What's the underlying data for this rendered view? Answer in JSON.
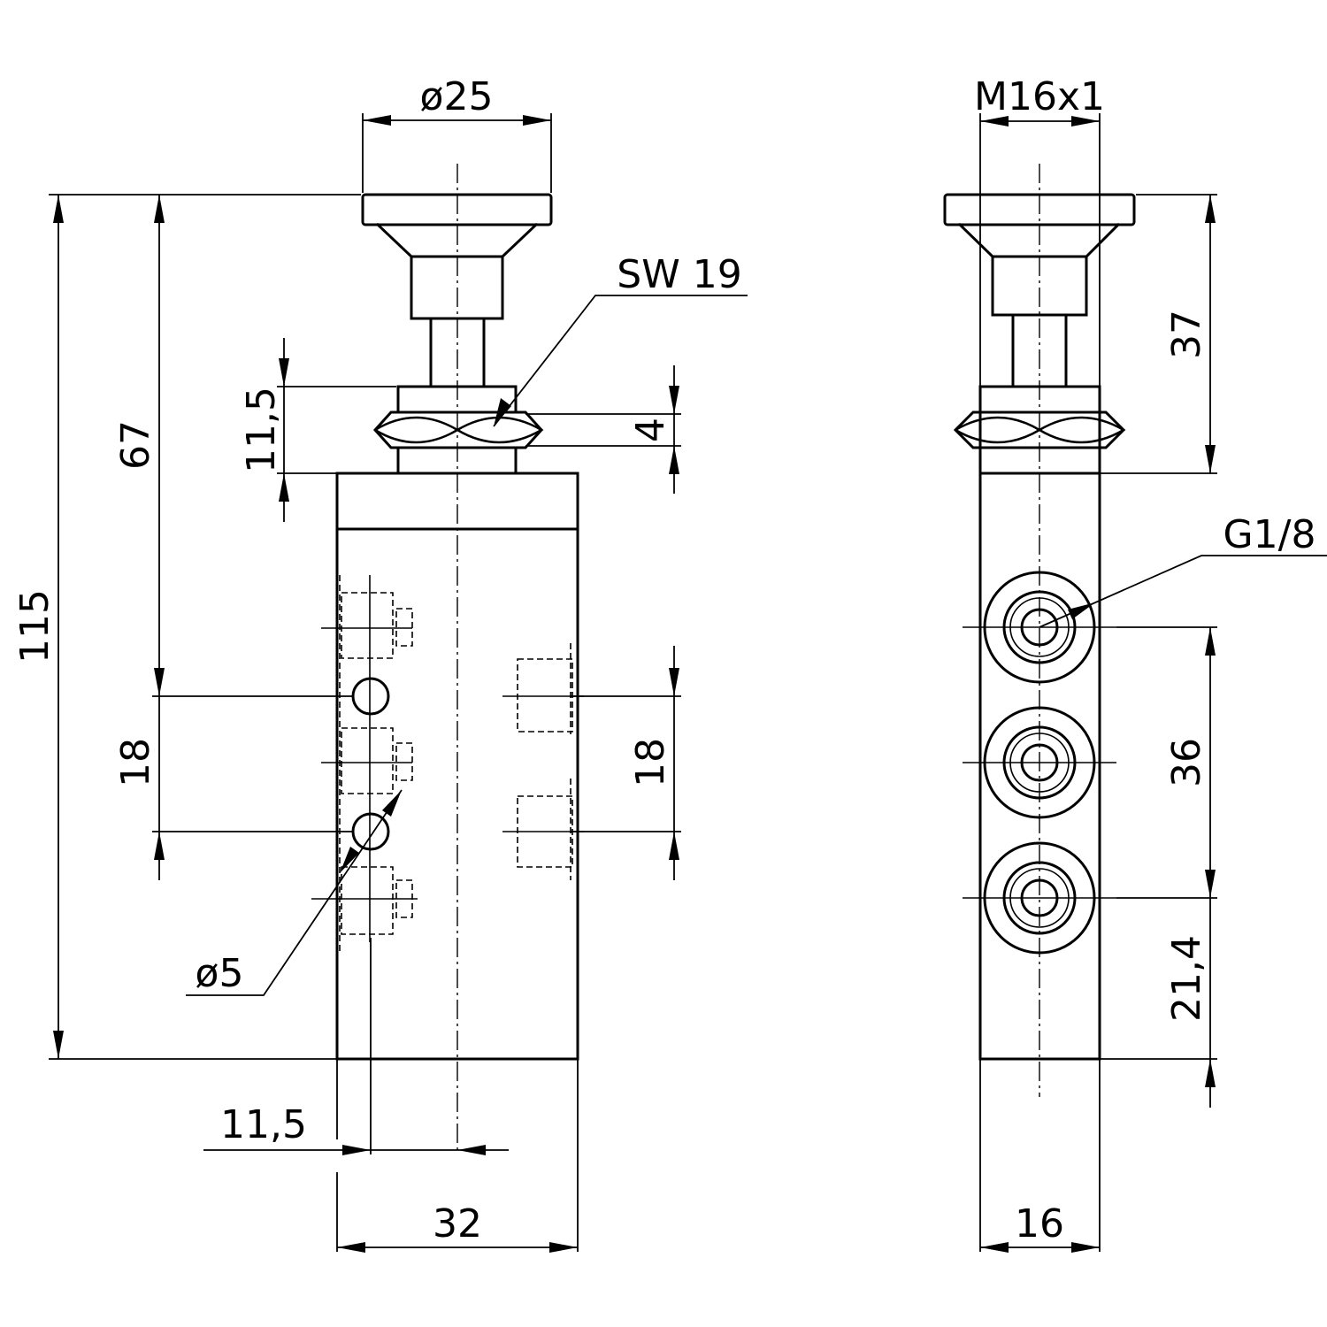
{
  "front_view": {
    "dim_knob_diameter": "ø25",
    "dim_wrench_size": "SW 19",
    "dim_overall_height": "115",
    "dim_top_to_port": "67",
    "dim_thread_length": "11,5",
    "dim_nut_height": "4",
    "dim_port_spacing_left": "18",
    "dim_port_spacing_right": "18",
    "dim_hole_diameter": "ø5",
    "dim_hole_offset": "11,5",
    "dim_body_width": "32"
  },
  "side_view": {
    "dim_thread": "M16x1",
    "dim_actuator_height": "37",
    "dim_port_thread": "G1/8",
    "dim_port_spacing": "36",
    "dim_bottom_offset": "21,4",
    "dim_body_depth": "16"
  }
}
